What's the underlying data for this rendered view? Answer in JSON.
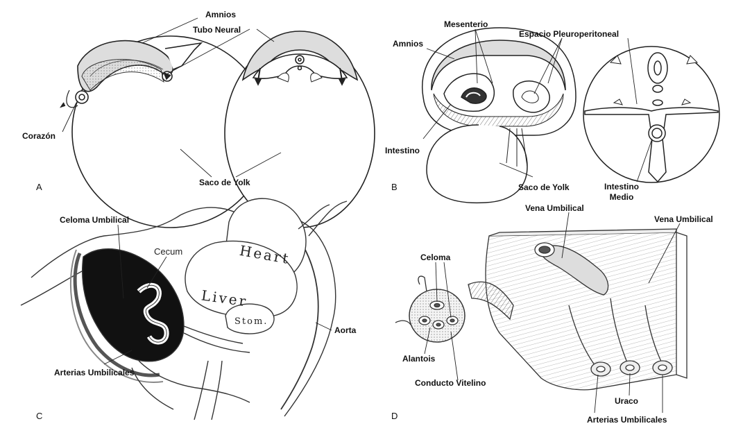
{
  "panels": {
    "a": {
      "letter": "A",
      "labels": {
        "amnios": "Amnios",
        "tubo_neural": "Tubo Neural",
        "corazon": "Corazón",
        "saco_de_yolk": "Saco de Yolk"
      }
    },
    "b": {
      "letter": "B",
      "labels": {
        "amnios": "Amnios",
        "mesenterio": "Mesenterio",
        "espacio_pleuroperitoneal": "Espacio Pleuroperitoneal",
        "intestino": "Intestino",
        "saco_de_yolk": "Saco de Yolk",
        "intestino_medio_line1": "Intestino",
        "intestino_medio_line2": "Medio"
      }
    },
    "c": {
      "letter": "C",
      "labels": {
        "celoma_umbilical": "Celoma Umbilical",
        "cecum": "Cecum",
        "aorta": "Aorta",
        "arterias_umbilicales": "Arterias Umbilicales",
        "heart": "Heart",
        "liver": "Liver",
        "stom": "Stom."
      }
    },
    "d": {
      "letter": "D",
      "labels": {
        "vena_umbilical_1": "Vena Umbilical",
        "vena_umbilical_2": "Vena Umbilical",
        "celoma": "Celoma",
        "alantois": "Alantois",
        "conducto_vitelino": "Conducto Vitelino",
        "uraco": "Uraco",
        "arterias_umbilicales": "Arterias Umbilicales"
      }
    }
  }
}
